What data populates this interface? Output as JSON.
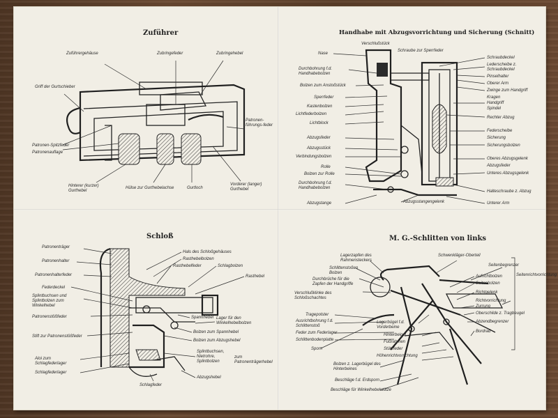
{
  "panels": {
    "feeder": {
      "title": "Zuführer",
      "labels": [
        "Zuführergehäuse",
        "Zubringefeder",
        "Zubringehebel",
        "Griff der Gurtschieber",
        "Patronen-Spitzfeder",
        "Patronenauflage",
        "Hinterer (kurzer) Gurthebel",
        "Hülse zur Gurthebelachse",
        "Gurtloch",
        "Vorderer (langer) Gurthebel",
        "Patronen-führungs-feder"
      ]
    },
    "grip": {
      "title": "Handhabe mit Abzugsvorrichtung und Sicherung (Schnitt)",
      "labels_left": [
        "Verschlußstück",
        "Nase",
        "Durchbohrung f.d. Handhabebolzen",
        "Bolzen zum Anstoßstück",
        "Sperrfeder",
        "Kastenbolzen",
        "Lichtfederbolzen",
        "Lichtblock",
        "Abzugsfeder",
        "Abzugsstück",
        "Verbindungsbolzen",
        "Rolle",
        "Bolzen zur Rolle",
        "Durchbohrung f.d. Handhabebolzen",
        "Abzugstange",
        "Abzugsstangengelenk"
      ],
      "labels_right": [
        "Schraube zur Sperrfeder",
        "Schraubdeckel",
        "Lederscheibe z. Schraubdeckel",
        "Pinselhalter",
        "Oberer Arm",
        "Zwinge zum Handgriff",
        "Kragen",
        "Handgriff",
        "Spindel",
        "Rechter Abzug",
        "Federscheibe",
        "Sicherung",
        "Sicherungsbolzen",
        "Oberes Abzugsgelenk",
        "Abzugsfeder",
        "Unteres Abzugsgelenk",
        "Halteschraube z. Abzug",
        "Unterer Arm"
      ]
    },
    "lock": {
      "title": "Schloß",
      "labels_left": [
        "Patronenträger",
        "Patronenhalter",
        "Patronenhalterfeder",
        "Federdeckel",
        "Splintbuchsen und Splintbolzen zum Winkelhebel",
        "Patronenstößfeder",
        "Stift zur Patronenstößfeder",
        "Aloi zum Schlagfederlager",
        "Schlagfederlager"
      ],
      "labels_right": [
        "Hals des Schloßgehäuses",
        "Rasthebelbolzen",
        "Rasthebelfeder",
        "Schlagbolzen",
        "Rasthebel",
        "Spannhebel",
        "Lager für den Winkelhebelbolzen",
        "Bolzen zum Spannhebel",
        "Bolzen zum Abzugshebel",
        "Splintbuchsen, Nietrohre, Splintbolzen",
        "zum Patronenträgerhebel",
        "Abzugshebel",
        "Schlagfeder"
      ]
    },
    "sled": {
      "title": "M. G.-Schlitten von links",
      "labels_left": [
        "Lagerzapfen des Rahmensteckers",
        "Schlittenstoßen Bolzen",
        "Durchbrüche für die Zapfen der Handgriffe",
        "Verschlußklinke des Schloßschachtes",
        "Tragepolster",
        "Ausrichtbohrung f.d. Schlittenstoß",
        "Feder zum Federlager",
        "Schlittenbodenplatte",
        "Sporn",
        "Bolzen z. Lagerbügel des Hinterbeines",
        "Beschläge f.d. Erdsporn",
        "Beschläge für Winkelhebelstütze"
      ],
      "labels_right": [
        "Schwenkläger-Oberteil",
        "Seitenbegrenzer",
        "Aufrichtbolzen",
        "Seitenbolzen",
        "Richtgelenk",
        "Richtvorrichtung",
        "Zurrung",
        "Oberschilde z. Tragbeugel",
        "Abzendbegrenzer",
        "Bordrad",
        "Lagerbügel f.d. Vorderbeine",
        "Hinterbeigel",
        "Fußrahmen",
        "Stützfeder",
        "Höhenrichtvorrichtung",
        "Seitenrichtvorrichtung"
      ]
    }
  }
}
